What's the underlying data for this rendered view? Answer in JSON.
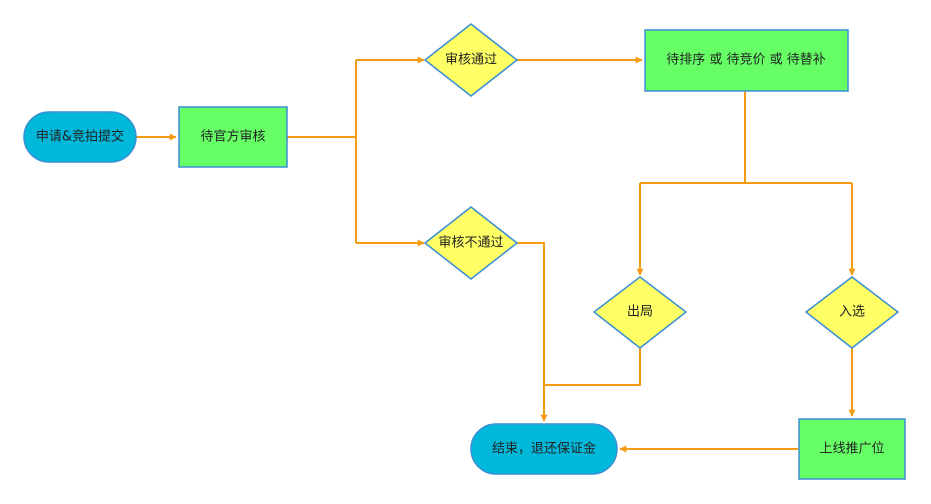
{
  "diagram": {
    "nodes": {
      "start": "申请&竞拍提交",
      "pending_review": "待官方审核",
      "review_passed": "审核通过",
      "review_failed": "审核不通过",
      "pending_queue": "待排序 或 待竞价 或 待替补",
      "out": "出局",
      "selected": "入选",
      "online_promo": "上线推广位",
      "end": "结束，退还保证金"
    }
  },
  "colors": {
    "terminal_fill": "#00b8d9",
    "process_fill": "#66ff66",
    "decision_fill": "#ffff66",
    "border": "#3a8fd6",
    "edge": "#f39c12"
  }
}
